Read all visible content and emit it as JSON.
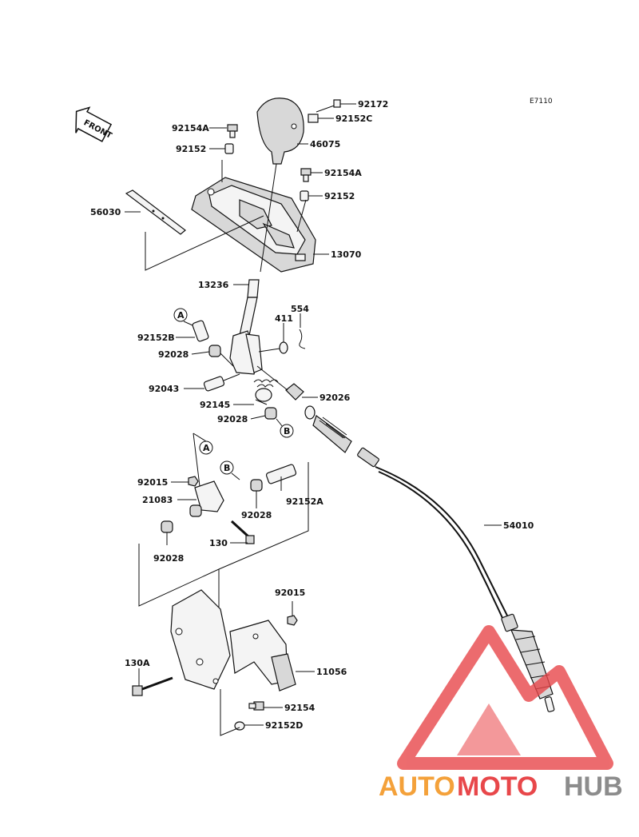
{
  "diagram_code": "E7110",
  "front_label": "FRONT",
  "parts": {
    "p92172": "92172",
    "p92152C": "92152C",
    "p92154A_top": "92154A",
    "p92152_top": "92152",
    "p46075": "46075",
    "p92154A_right": "92154A",
    "p92152_right": "92152",
    "p56030": "56030",
    "p13070": "13070",
    "p13236": "13236",
    "p554": "554",
    "p411": "411",
    "p92152B": "92152B",
    "p92028_a": "92028",
    "p92043": "92043",
    "p92026": "92026",
    "p92145": "92145",
    "p92028_b": "92028",
    "p92015_a": "92015",
    "p21083": "21083",
    "p92028_c": "92028",
    "p92152A": "92152A",
    "p130": "130",
    "p92028_d": "92028",
    "p54010": "54010",
    "p92015_b": "92015",
    "p130A": "130A",
    "p11056": "11056",
    "p92154": "92154",
    "p92152D": "92152D"
  },
  "callouts": {
    "a": "A",
    "b": "B"
  },
  "watermark": {
    "part1": "AUTO",
    "part2": "MOTO",
    "part3": "HUB",
    "color_orange": "#f4a13a",
    "color_red": "#e8474a",
    "color_gray": "#8c8c8c"
  }
}
